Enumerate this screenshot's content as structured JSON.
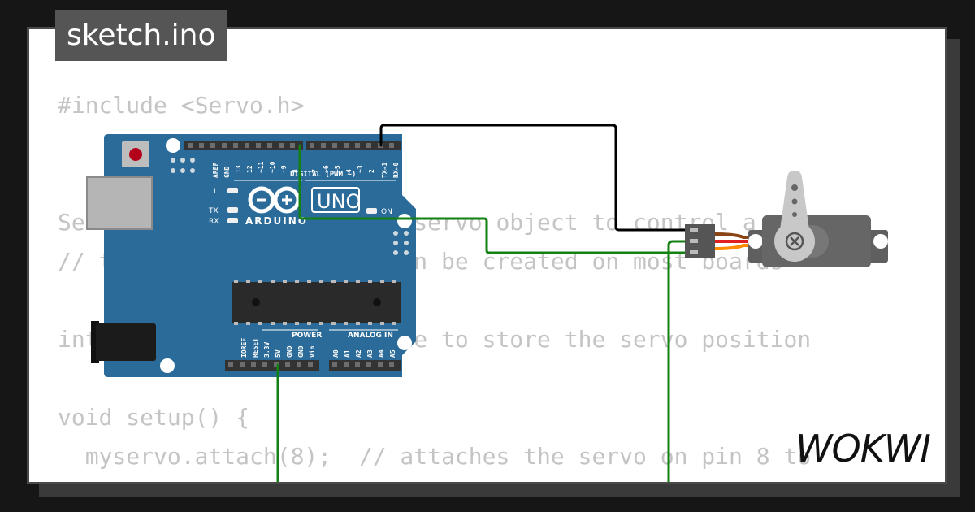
{
  "file": {
    "title": "sketch.ino"
  },
  "code_lines": [
    "#include <Servo.h>",
    "",
    "",
    "Servo myservo;  // create servo object to control a servo",
    "// twelve servo objects can be created on most boards",
    "",
    "int pos = 0;    // variable to store the servo position",
    "",
    "void setup() {",
    "  myservo.attach(8);  // attaches the servo on pin 8 to",
    "}"
  ],
  "board": {
    "model": "UNO",
    "brand": "ARDUINO",
    "digital_header_label": "DIGITAL (PWM ~)",
    "power_label": "POWER",
    "analog_label": "ANALOG IN",
    "on_label": "ON",
    "led_l": "L",
    "led_tx": "TX",
    "led_rx": "RX",
    "top_pins": [
      "AREF",
      "GND",
      "13",
      "12",
      "~11",
      "~10",
      "~9",
      "8",
      "7",
      "~6",
      "~5",
      "4",
      "~3",
      "2",
      "TX→1",
      "RX←0"
    ],
    "power_pins": [
      "IOREF",
      "RESET",
      "3.3V",
      "5V",
      "GND",
      "GND",
      "Vin"
    ],
    "analog_pins": [
      "A0",
      "A1",
      "A2",
      "A3",
      "A4",
      "A5"
    ]
  },
  "logo": {
    "text": "WOKWI"
  },
  "colors": {
    "background": "#161616",
    "card": "#ffffff",
    "code": "#c4c4c4",
    "board": "#2b6b9a",
    "wire_signal": "#000000",
    "wire_power": "#128012",
    "servo_body": "#5f5f5f",
    "servo_horn": "#c8c8c8"
  }
}
